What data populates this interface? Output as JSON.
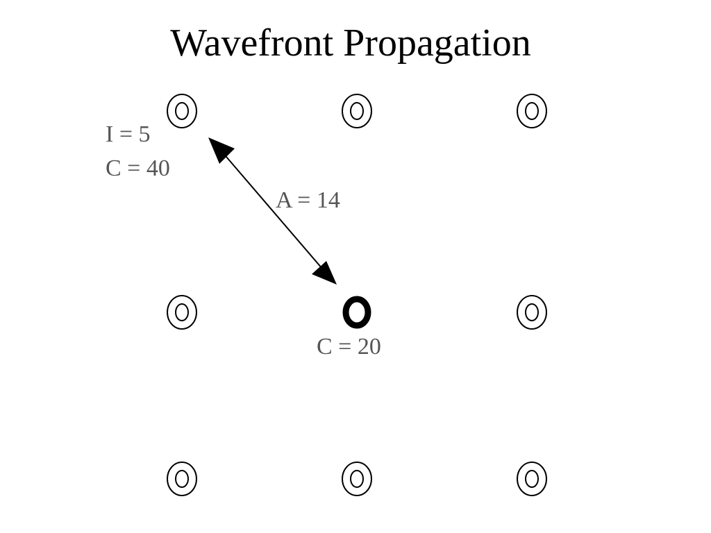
{
  "slide": {
    "title": "Wavefront Propagation"
  },
  "diagram": {
    "grid_rows": 3,
    "grid_cols": 3,
    "active_node": {
      "row": 1,
      "col": 1
    },
    "node_colors": {
      "stroke": "#000000",
      "fill": "#ffffff"
    },
    "labels": {
      "neighbor_i": "I = 5",
      "neighbor_c": "C = 40",
      "edge_a": "A = 14",
      "active_c": "C = 20"
    },
    "label_color": "#555555"
  }
}
